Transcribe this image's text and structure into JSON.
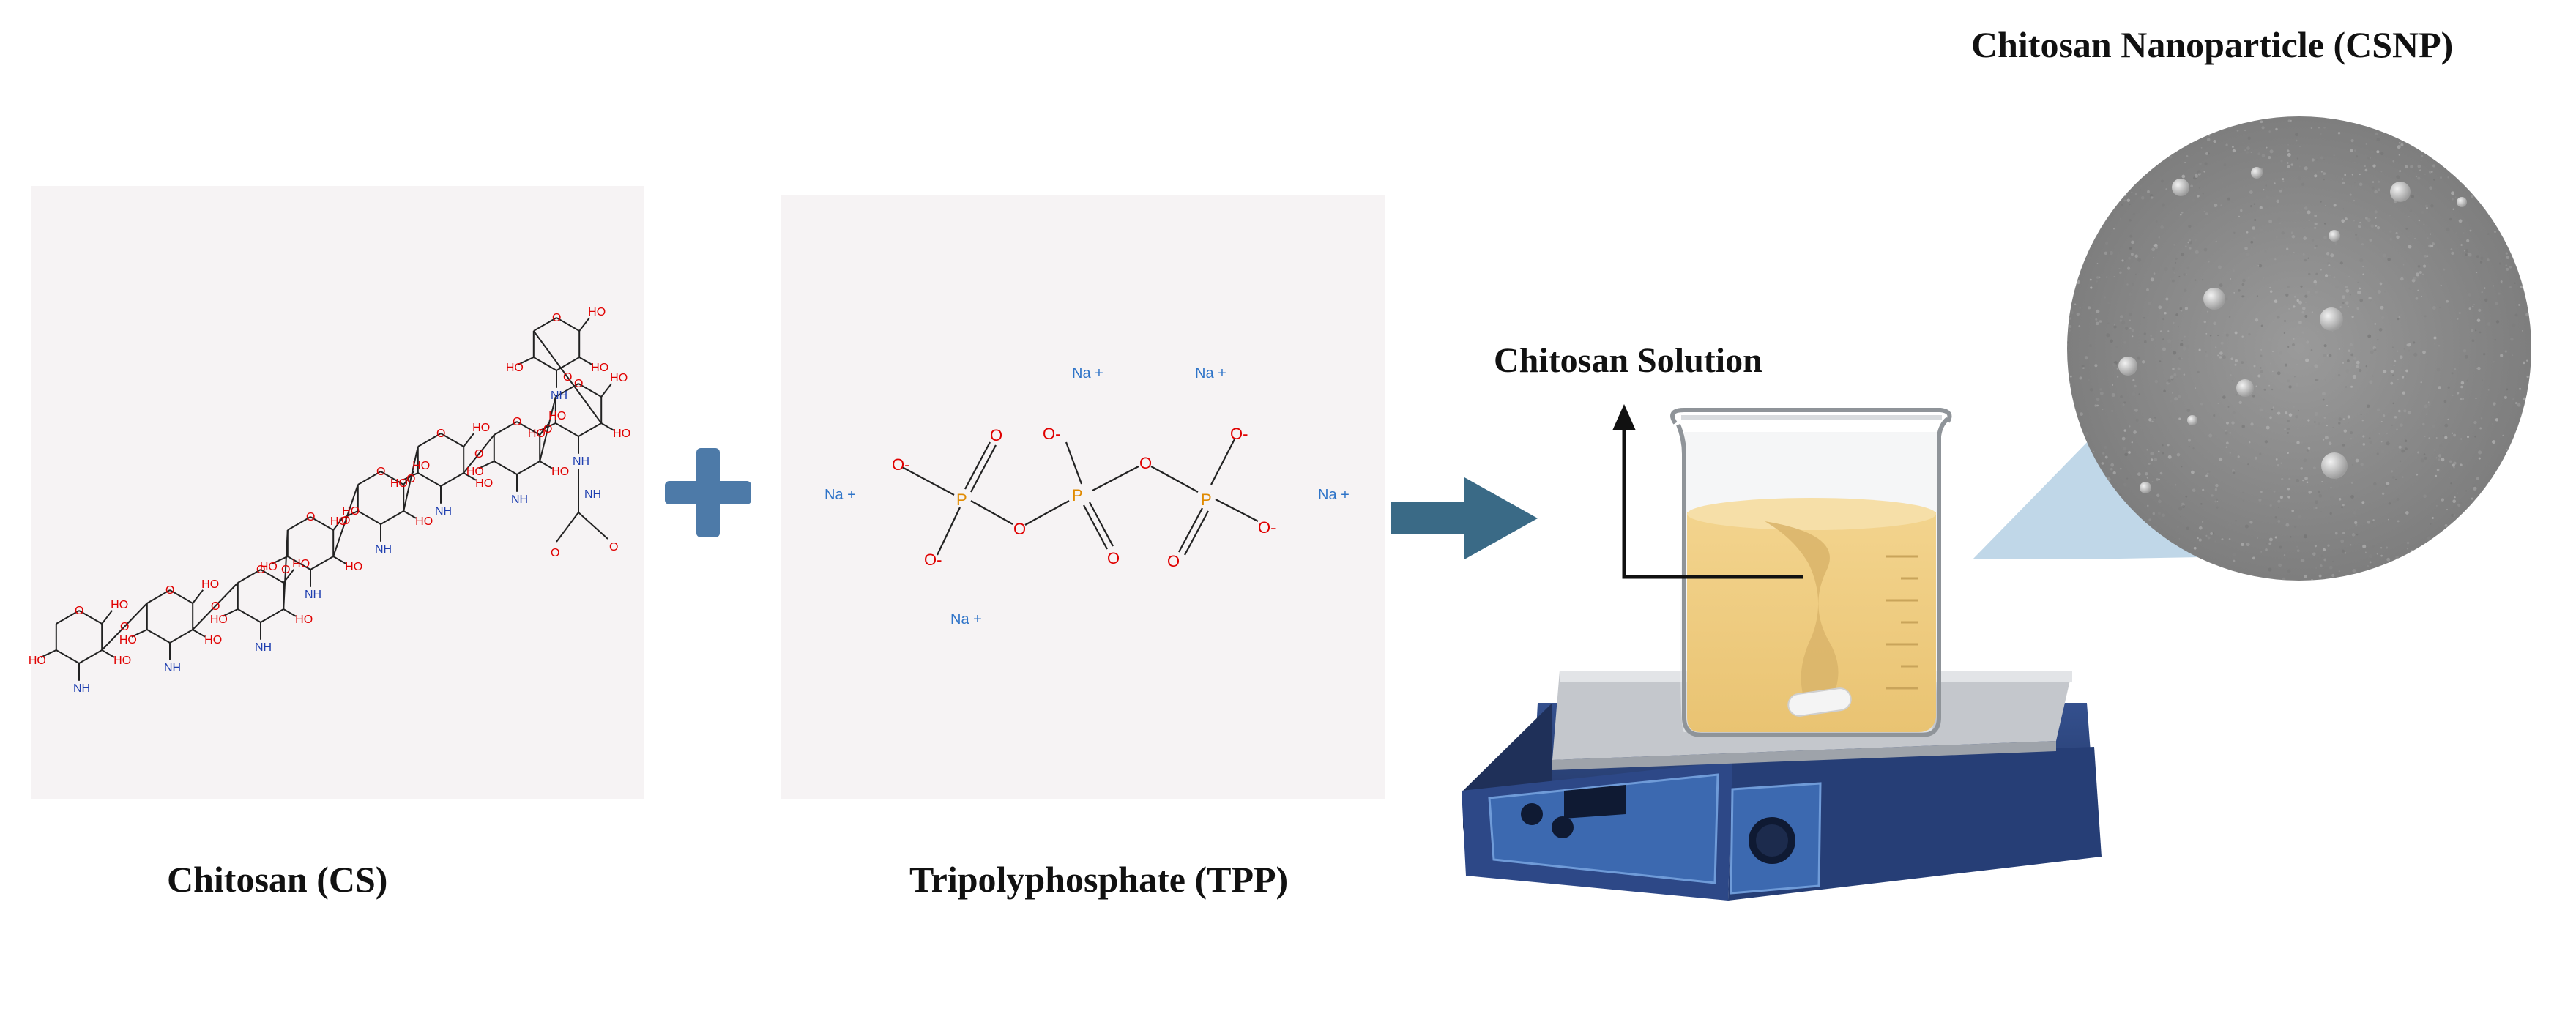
{
  "labels": {
    "chitosan": "Chitosan (CS)",
    "tpp": "Tripolyphosphate (TPP)",
    "solution": "Chitosan Solution",
    "csnp": "Chitosan Nanoparticle (CSNP)"
  },
  "atoms": {
    "oxygen": "O",
    "hydroxyl": "HO",
    "hydrogen": "H",
    "amine": "NH",
    "amine_h": "H",
    "phosphorus": "P",
    "oxide": "O",
    "oxide_minus": "O-",
    "sodium": "Na +"
  },
  "colors": {
    "panel_bg": "#f6f3f4",
    "arrow": "#3a6a86",
    "plus": "#4d7aa8",
    "oxygen": "#e00000",
    "nitrogen": "#1f3fb0",
    "phosphorus": "#e08a00",
    "sodium": "#2f74c8",
    "stirrer_body": "#2a3f78",
    "liquid": "#f0d088",
    "sem_gray": "#8c8c8c"
  },
  "icons": [
    "plus-icon",
    "right-arrow-icon",
    "up-arrow-icon",
    "beaker-icon",
    "magnetic-stirrer-icon",
    "sem-micrograph-icon"
  ]
}
